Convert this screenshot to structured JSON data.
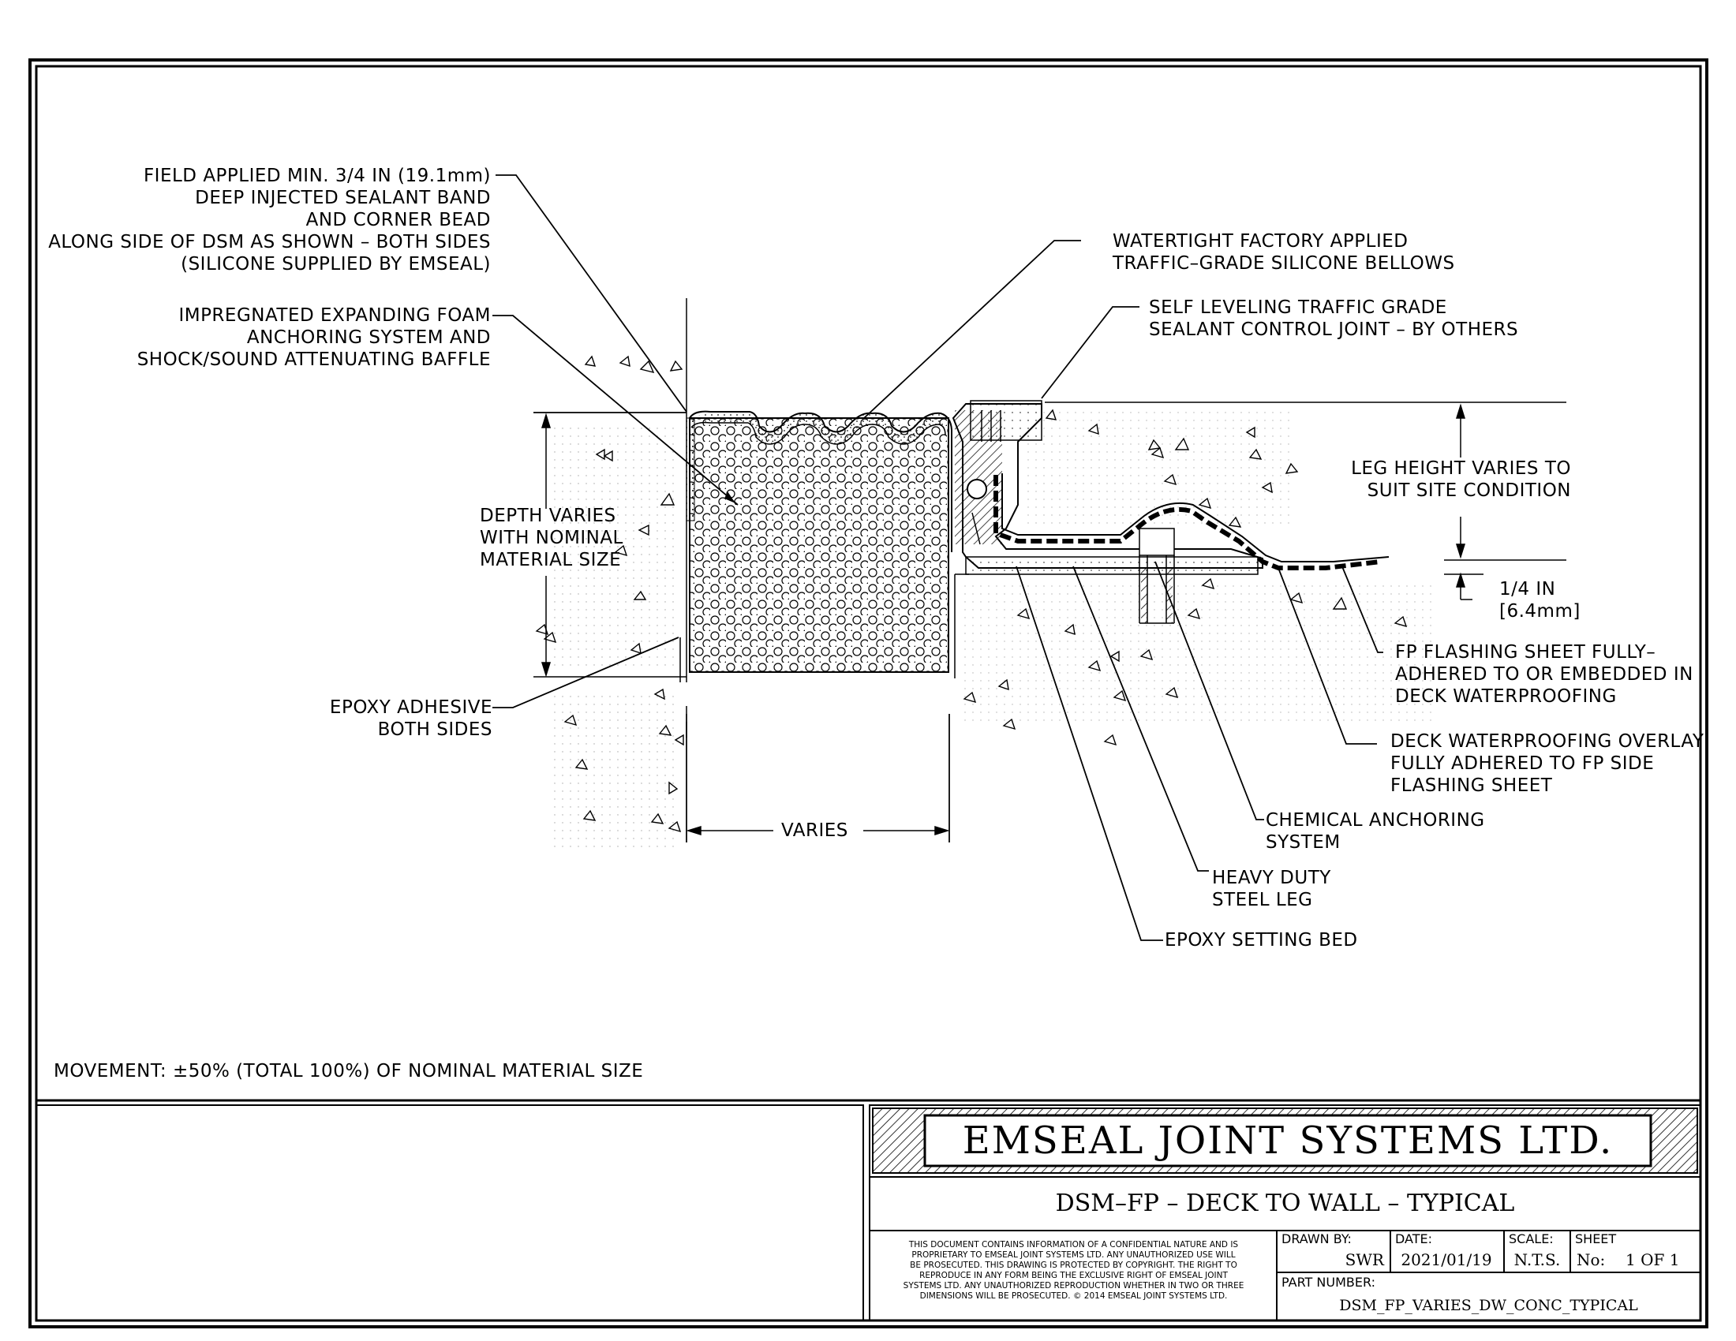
{
  "callouts": {
    "field_applied": "FIELD APPLIED MIN. 3/4 IN (19.1mm)\nDEEP INJECTED SEALANT BAND\nAND CORNER BEAD\nALONG SIDE OF DSM AS SHOWN – BOTH SIDES\n(SILICONE SUPPLIED BY EMSEAL)",
    "impregnated": "IMPREGNATED EXPANDING FOAM\nANCHORING SYSTEM AND\nSHOCK/SOUND ATTENUATING BAFFLE",
    "depth": "DEPTH VARIES\nWITH NOMINAL\nMATERIAL SIZE",
    "epoxy_adhesive": "EPOXY ADHESIVE\nBOTH SIDES",
    "varies": "VARIES",
    "watertight": "WATERTIGHT FACTORY APPLIED\nTRAFFIC–GRADE SILICONE BELLOWS",
    "self_leveling": "SELF LEVELING TRAFFIC GRADE\nSEALANT CONTROL JOINT – BY OTHERS",
    "leg_height": "LEG HEIGHT VARIES TO\nSUIT SITE CONDITION",
    "quarter_in": "1/4 IN\n[6.4mm]",
    "fp_flashing": "FP FLASHING SHEET FULLY–\nADHERED TO OR EMBEDDED IN\nDECK WATERPROOFING",
    "deck_overlay": "DECK WATERPROOFING OVERLAY\nFULLY ADHERED TO FP SIDE\nFLASHING SHEET",
    "chemical": "CHEMICAL ANCHORING\nSYSTEM",
    "steel_leg": "HEAVY DUTY\nSTEEL LEG",
    "epoxy_bed": "EPOXY SETTING BED",
    "movement": "MOVEMENT: ±50% (TOTAL 100%) OF NOMINAL MATERIAL SIZE"
  },
  "title_block": {
    "company": "EMSEAL JOINT SYSTEMS LTD.",
    "drawing_title": "DSM–FP – DECK TO WALL – TYPICAL",
    "notice": "THIS DOCUMENT CONTAINS INFORMATION OF A CONFIDENTIAL NATURE AND IS\nPROPRIETARY TO EMSEAL JOINT SYSTEMS LTD. ANY UNAUTHORIZED USE WILL\nBE PROSECUTED. THIS DRAWING IS PROTECTED BY COPYRIGHT. THE RIGHT TO\nREPRODUCE IN ANY FORM BEING THE EXCLUSIVE RIGHT OF EMSEAL JOINT\nSYSTEMS LTD. ANY UNAUTHORIZED REPRODUCTION WHETHER IN TWO OR THREE\nDIMENSIONS WILL BE PROSECUTED. © 2014 EMSEAL JOINT SYSTEMS LTD.",
    "drawn_by_label": "DRAWN BY:",
    "drawn_by": "SWR",
    "date_label": "DATE:",
    "date": "2021/01/19",
    "scale_label": "SCALE:",
    "scale": "N.T.S.",
    "sheet_label": "SHEET",
    "sheet_no_label": "No:",
    "sheet_no": "1 OF 1",
    "part_number_label": "PART NUMBER:",
    "part_number": "DSM_FP_VARIES_DW_CONC_TYPICAL"
  }
}
